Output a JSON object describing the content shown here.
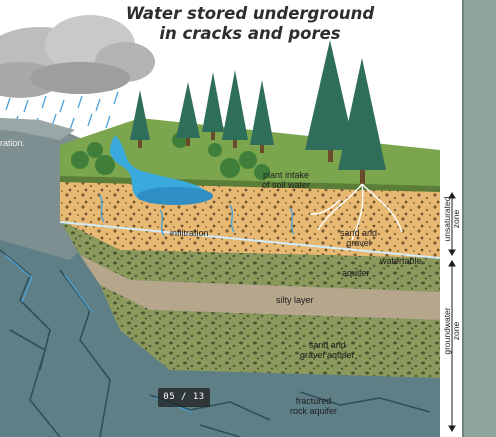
{
  "title_line1": "Water stored underground",
  "title_line2": "in cracks and pores",
  "labels": {
    "evaporation_partial": "ration.",
    "plant_intake_line1": "plant intake",
    "plant_intake_line2": "of soil water",
    "infiltration": "infiltration",
    "sand_gravel_line1": "sand and",
    "sand_gravel_line2": "gravel",
    "watertable": "watertable",
    "aquifer": "aquifer",
    "silty_layer": "silty layer",
    "sand_gravel_aquifer_line1": "sand and",
    "sand_gravel_aquifer_line2": "gravel aquifer",
    "fractured_line1": "fractured",
    "fractured_line2": "rock aquifer"
  },
  "zones": {
    "unsaturated_line1": "unsaturated",
    "unsaturated_line2": "zone",
    "groundwater_line1": "groundwater",
    "groundwater_line2": "zone"
  },
  "pager": {
    "text": "05 / 13"
  },
  "colors": {
    "rock": "#5f7f87",
    "sandy_soil": "#e8b973",
    "aquifer": "#8b9a5c",
    "silty": "#b5a68c",
    "grass": "#7ca64e",
    "water": "#39a9de",
    "side_panel": "#8fa39f"
  }
}
